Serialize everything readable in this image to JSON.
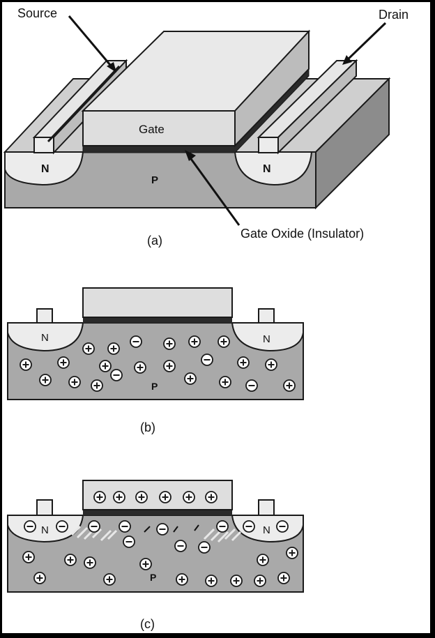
{
  "panel_a": {
    "source": "Source",
    "drain": "Drain",
    "gate": "Gate",
    "n_left": "N",
    "n_right": "N",
    "p": "P",
    "oxide": "Gate Oxide (Insulator)",
    "caption": "(a)"
  },
  "panel_b": {
    "n_left": "N",
    "n_right": "N",
    "p": "P",
    "caption": "(b)"
  },
  "panel_c": {
    "n_left": "N",
    "n_right": "N",
    "p": "P",
    "caption": "(c)"
  },
  "colors": {
    "substrate": "#a9a9a9",
    "substrate_side": "#8c8c8c",
    "gate_face": "#dedede",
    "gate_top": "#e9e9e9",
    "oxide": "#2a2a2a",
    "well": "#ececec",
    "outline": "#1a1a1a"
  }
}
